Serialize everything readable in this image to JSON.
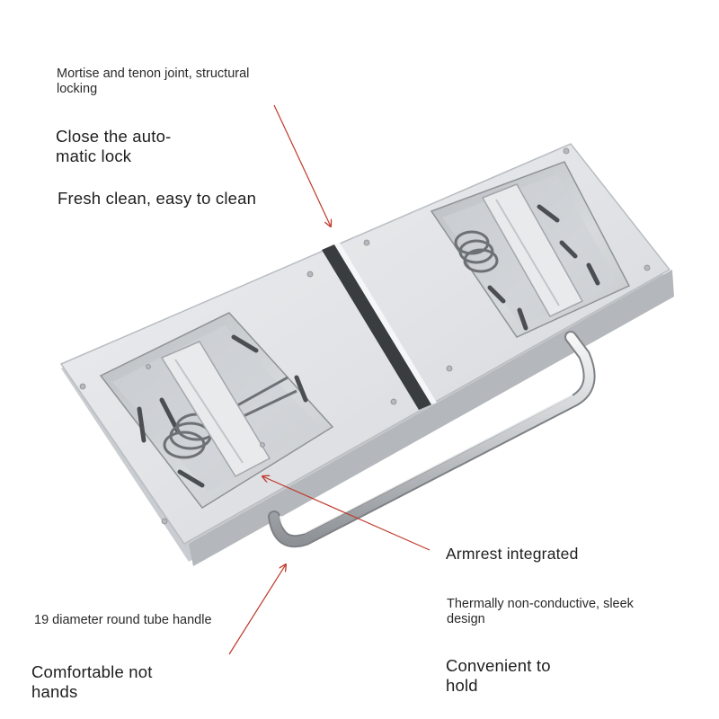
{
  "annotations": {
    "mortise": "Mortise and tenon joint, structural\nlocking",
    "auto_lock": "Close the auto-\nmatic lock",
    "fresh_clean": "Fresh clean, easy to clean",
    "armrest": "Armrest integrated",
    "thermal": "Thermally non-conductive, sleek\ndesign",
    "tube_handle": "19 diameter round tube handle",
    "comfortable": "Comfortable not\nhands",
    "convenient": "Convenient to\nhold"
  },
  "colors": {
    "arrow": "#c0392b",
    "steel": "#dfe1e3",
    "steel_dark": "#a9adb1",
    "steel_light": "#f2f3f4"
  }
}
